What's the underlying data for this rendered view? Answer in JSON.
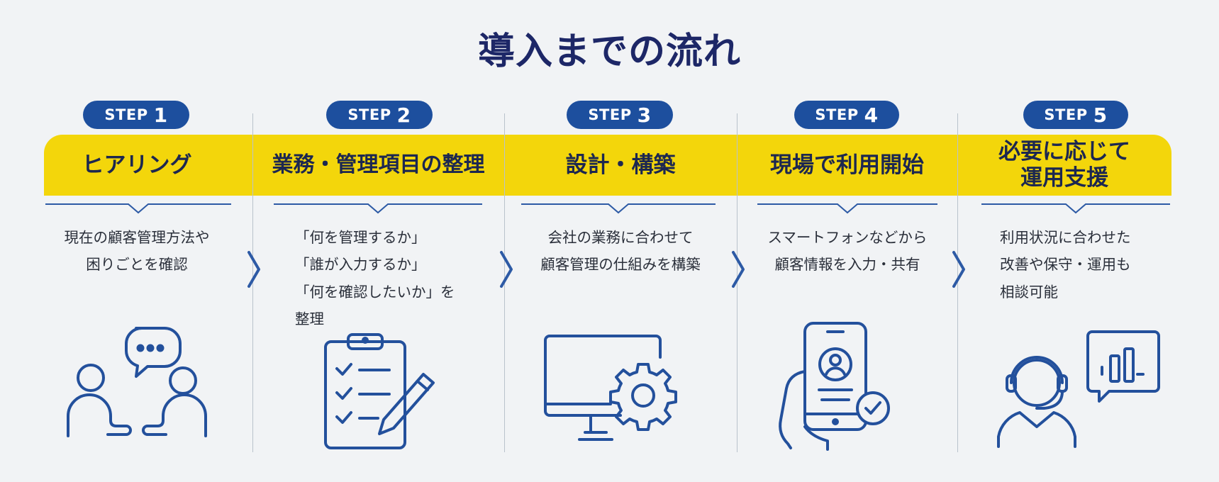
{
  "title": "導入までの流れ",
  "step_prefix": "STEP",
  "steps": [
    {
      "number": "1",
      "heading_lines": [
        "ヒアリング"
      ],
      "description_lines": [
        "現在の顧客管理方法や",
        "困りごとを確認"
      ],
      "icon": "conversation-icon"
    },
    {
      "number": "2",
      "heading_lines": [
        "業務・管理項目の整理"
      ],
      "description_lines": [
        "「何を管理するか」",
        "「誰が入力するか」",
        "「何を確認したいか」を",
        "整理"
      ],
      "icon": "clipboard-checklist-icon"
    },
    {
      "number": "3",
      "heading_lines": [
        "設計・構築"
      ],
      "description_lines": [
        "会社の業務に合わせて",
        "顧客管理の仕組みを構築"
      ],
      "icon": "monitor-gear-icon"
    },
    {
      "number": "4",
      "heading_lines": [
        "現場で利用開始"
      ],
      "description_lines": [
        "スマートフォンなどから",
        "顧客情報を入力・共有"
      ],
      "icon": "smartphone-hand-icon"
    },
    {
      "number": "5",
      "heading_lines": [
        "必要に応じて",
        "運用支援"
      ],
      "description_lines": [
        "利用状況に合わせた",
        "改善や保守・運用も",
        "相談可能"
      ],
      "icon": "support-operator-icon"
    }
  ],
  "colors": {
    "navy": "#1d2767",
    "badge_blue": "#1d4f9e",
    "band_yellow": "#f3d60b",
    "icon_blue": "#23509c",
    "background": "#f1f3f5"
  }
}
